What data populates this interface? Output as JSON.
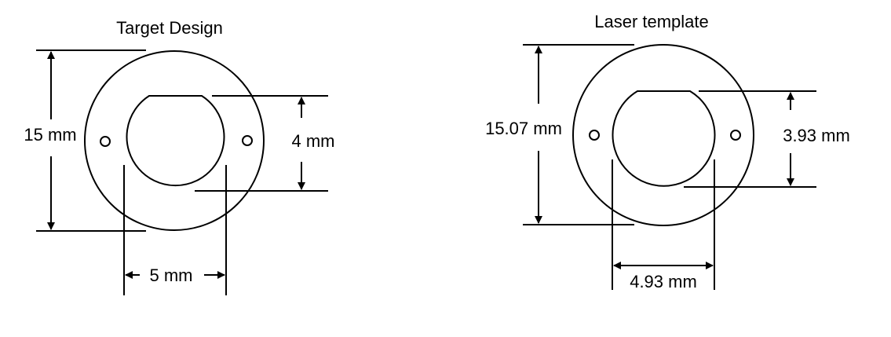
{
  "diagrams": [
    {
      "title": "Target Design",
      "outer_diameter_label": "15 mm",
      "inner_height_label": "4 mm",
      "inner_width_label": "5 mm"
    },
    {
      "title": "Laser template",
      "outer_diameter_label": "15.07 mm",
      "inner_height_label": "3.93 mm",
      "inner_width_label": "4.93 mm"
    }
  ],
  "colors": {
    "line": "#000000",
    "background": "#ffffff"
  }
}
